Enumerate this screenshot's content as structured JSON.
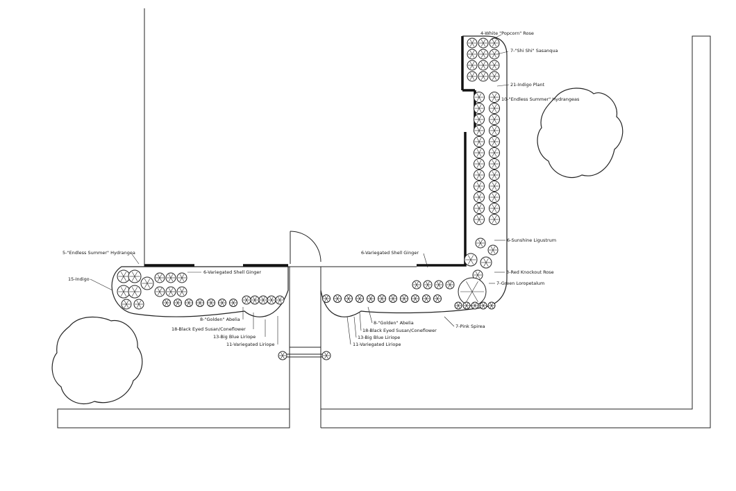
{
  "labels": {
    "popcorn_rose": "4-White \"Popcorn\" Rose",
    "shi_shi": "7-\"Shi Shi\" Sasanqua",
    "indigo_plant": "21-Indigo Plant",
    "endless_summer_right": "10-\"Endless Summer\" Hydrangeas",
    "sunshine_ligustrum": "6-Sunshine Ligustrum",
    "red_knockout": "3-Red Knockout Rose",
    "green_loropetalum": "7-Green Loropetalum",
    "pink_spirea": "7-Pink Spirea",
    "shell_ginger_left": "6-Variegated Shell Ginger",
    "shell_ginger_right": "6-Variegated Shell Ginger",
    "endless_summer_left": "5-\"Endless Summer\" Hydrangea",
    "indigo_left": "15-Indigo",
    "abelia_left": "8-\"Golden\" Abelia",
    "coneflower_left": "18-Black Eyed Susan/Coneflower",
    "liriope_blue_left": "13-Big Blue Liriope",
    "liriope_var_left": "11-Variegated Liriope",
    "abelia_right": "8-\"Golden\" Abelia",
    "coneflower_right": "18-Black Eyed Susan/Coneflower",
    "liriope_blue_right": "13-Big Blue Liriope",
    "liriope_var_right": "11-Variegated Liriope"
  },
  "icons": {
    "tree": "large-tree-canopy-icon",
    "shrub": "shrub-symbol-icon",
    "perennial": "perennial-symbol-icon"
  },
  "colors": {
    "ink": "#222222",
    "paper": "#ffffff"
  }
}
